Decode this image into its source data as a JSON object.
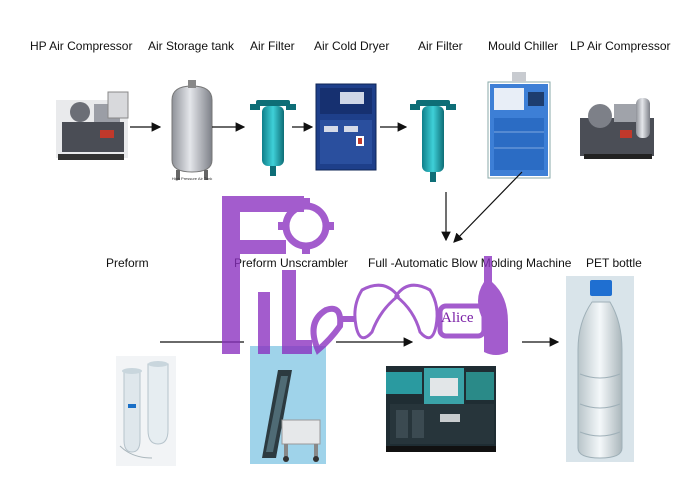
{
  "top_row": [
    {
      "id": "hp-air-compressor",
      "label": "HP Air Compressor"
    },
    {
      "id": "air-storage-tank",
      "label": "Air Storage tank",
      "plate": "High Pressure Air Tank"
    },
    {
      "id": "air-filter-1",
      "label": "Air Filter"
    },
    {
      "id": "air-cold-dryer",
      "label": "Air Cold Dryer"
    },
    {
      "id": "air-filter-2",
      "label": "Air Filter"
    },
    {
      "id": "mould-chiller",
      "label": "Mould Chiller"
    },
    {
      "id": "lp-air-compressor",
      "label": "LP Air Compressor"
    }
  ],
  "bottom_row": [
    {
      "id": "preform",
      "label": "Preform"
    },
    {
      "id": "preform-unscrambler",
      "label": "Preform Unscrambler"
    },
    {
      "id": "blow-molding-machine",
      "label": "Full -Automatic Blow Molding Machine"
    },
    {
      "id": "pet-bottle",
      "label": "PET bottle"
    }
  ],
  "watermark": {
    "logo_text": "Alice",
    "color": "#8a2fbf"
  },
  "colors": {
    "teal": "#1aa6b0",
    "machine_green": "#2a8a88",
    "arrow": "#111111",
    "chiller_blue": "#2b6cc4",
    "dryer_blue": "#1e3f8a"
  }
}
